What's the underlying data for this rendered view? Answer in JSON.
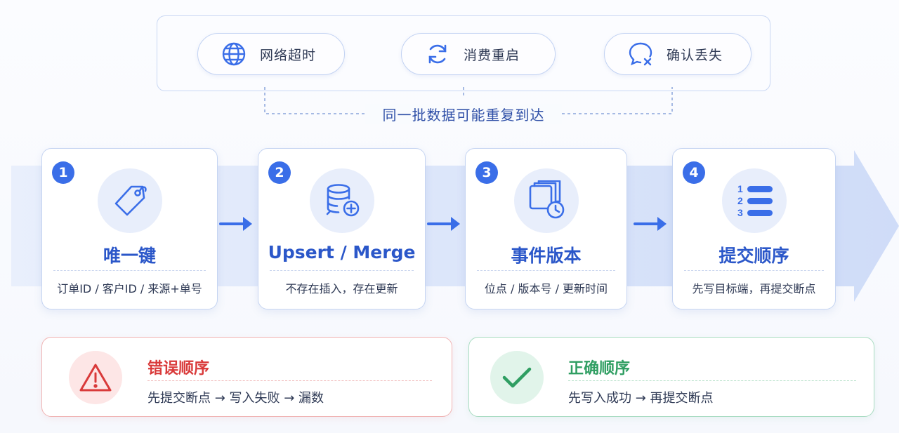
{
  "causes": {
    "items": [
      {
        "label": "网络超时",
        "icon": "globe-icon"
      },
      {
        "label": "消费重启",
        "icon": "refresh-icon"
      },
      {
        "label": "确认丢失",
        "icon": "message-cross-icon"
      }
    ],
    "merge_label": "同一批数据可能重复到达"
  },
  "steps": [
    {
      "number": "1",
      "title": "唯一键",
      "desc": "订单ID / 客户ID / 来源+单号",
      "icon": "tag-icon"
    },
    {
      "number": "2",
      "title": "Upsert / Merge",
      "desc": "不存在插入，存在更新",
      "icon": "database-plus-icon"
    },
    {
      "number": "3",
      "title": "事件版本",
      "desc": "位点 / 版本号 / 更新时间",
      "icon": "stacked-versions-clock-icon"
    },
    {
      "number": "4",
      "title": "提交顺序",
      "desc": "先写目标端，再提交断点",
      "icon": "numbered-list-icon",
      "list_numbers": [
        "1",
        "2",
        "3"
      ]
    }
  ],
  "outcomes": {
    "wrong": {
      "title": "错误顺序",
      "text": "先提交断点 → 写入失败 → 漏数",
      "icon": "warning-triangle-icon",
      "color": "#d93a3a"
    },
    "right": {
      "title": "正确顺序",
      "text": "先写入成功 → 再提交断点",
      "icon": "checkmark-icon",
      "color": "#2f9e62"
    }
  },
  "colors": {
    "accent": "#3a6ee8",
    "title_blue": "#2b57c9",
    "flow_band": "#dde7fb"
  }
}
